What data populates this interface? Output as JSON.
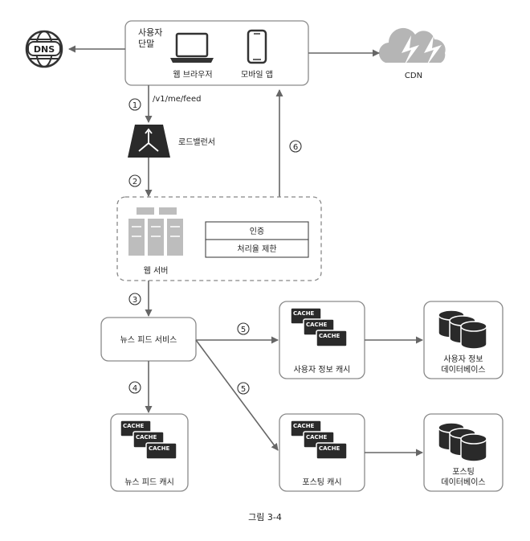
{
  "client": {
    "title_line1": "사용자",
    "title_line2": "단말",
    "web_browser": "웹 브라우저",
    "mobile_app": "모바일 앱"
  },
  "dns": {
    "label": "DNS"
  },
  "cdn": {
    "label": "CDN"
  },
  "request": {
    "path": "/v1/me/feed"
  },
  "load_balancer": {
    "label": "로드밸런서"
  },
  "web_server": {
    "label": "웹 서버",
    "auth": "인증",
    "rate_limit": "처리율 제한"
  },
  "news_feed_service": {
    "label": "뉴스 피드 서비스"
  },
  "user_cache": {
    "label": "사용자 정보 캐시"
  },
  "user_db": {
    "line1": "사용자 정보",
    "line2": "데이터베이스"
  },
  "news_feed_cache": {
    "label": "뉴스 피드 캐시"
  },
  "post_cache": {
    "label": "포스팅 캐시"
  },
  "post_db": {
    "line1": "포스팅",
    "line2": "데이터베이스"
  },
  "cache_tag": "CACHE",
  "steps": {
    "s1": "1",
    "s2": "2",
    "s3": "3",
    "s4": "4",
    "s5a": "5",
    "s5b": "5",
    "s6": "6"
  },
  "caption": "그림 3-4"
}
